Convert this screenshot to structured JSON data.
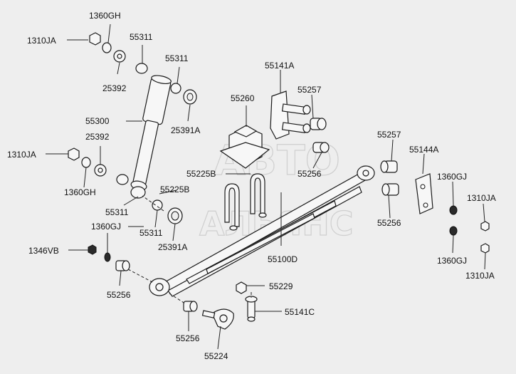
{
  "watermark": {
    "line1": "АВТО",
    "line2": "АЛЬЯНС"
  },
  "labels": {
    "l1360GH_top": "1360GH",
    "l1310JA_top": "1310JA",
    "l55311_a": "55311",
    "l55311_b": "55311",
    "l25392_a": "25392",
    "l55141A": "55141A",
    "l55257_a": "55257",
    "l55260": "55260",
    "l55300": "55300",
    "l25391A_a": "25391A",
    "l25392_b": "25392",
    "l1310JA_mid": "1310JA",
    "l55257_b": "55257",
    "l55144A": "55144A",
    "l55225B_a": "55225B",
    "l55256_a": "55256",
    "l1360GH_mid": "1360GH",
    "l55225B_b": "55225B",
    "l1360GJ_r1": "1360GJ",
    "l1310JA_r1": "1310JA",
    "l55311_c": "55311",
    "l1360GJ_l": "1360GJ",
    "l55311_d": "55311",
    "l55256_b": "55256",
    "l25391A_b": "25391A",
    "l1346VB": "1346VB",
    "l55100D": "55100D",
    "l1360GJ_r2": "1360GJ",
    "l1310JA_r2": "1310JA",
    "l55229": "55229",
    "l55256_c": "55256",
    "l55141C": "55141C",
    "l55256_d": "55256",
    "l55224": "55224"
  }
}
